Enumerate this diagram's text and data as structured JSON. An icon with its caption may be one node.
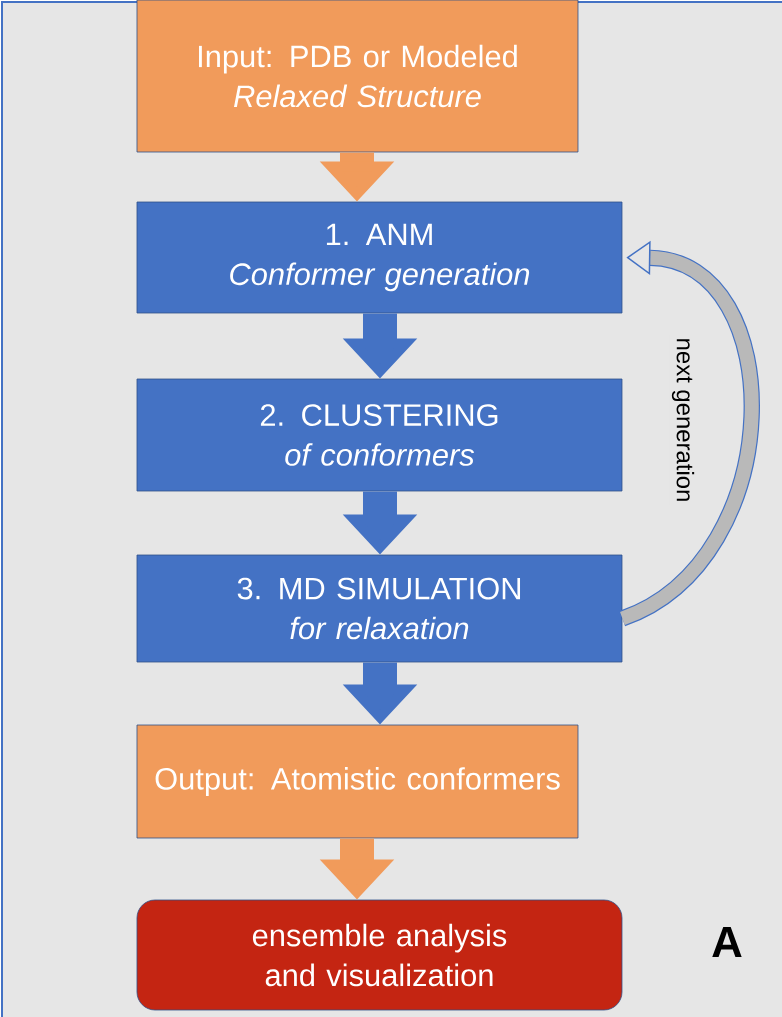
{
  "diagram": {
    "nodes": [
      {
        "text": [
          "Input: PDB or Modeled",
          "Relaxed Structure"
        ]
      },
      {
        "text": [
          "1. ANM",
          "Conformer generation"
        ]
      },
      {
        "text": [
          "2. CLUSTERING",
          "of conformers"
        ]
      },
      {
        "text": [
          "3. MD SIMULATION",
          "for relaxation"
        ]
      },
      {
        "text": [
          "Output: Atomistic conformers"
        ]
      },
      {
        "text": [
          "ensemble analysis and visualization"
        ]
      }
    ],
    "edges": [
      {
        "from": 0,
        "to": 1,
        "arrow": "to",
        "color": "#f19b5b"
      },
      {
        "from": 1,
        "to": 2,
        "arrow": "to"
      },
      {
        "from": 2,
        "to": 3,
        "arrow": "to"
      },
      {
        "from": 3,
        "to": 4,
        "arrow": "to"
      },
      {
        "from": 4,
        "to": 5,
        "arrow": "to",
        "color": "#f19b5b"
      },
      {
        "from": 3,
        "to": 1,
        "arrow": "to",
        "label": "next generation"
      }
    ],
    "labels": [
      "A"
    ]
  }
}
